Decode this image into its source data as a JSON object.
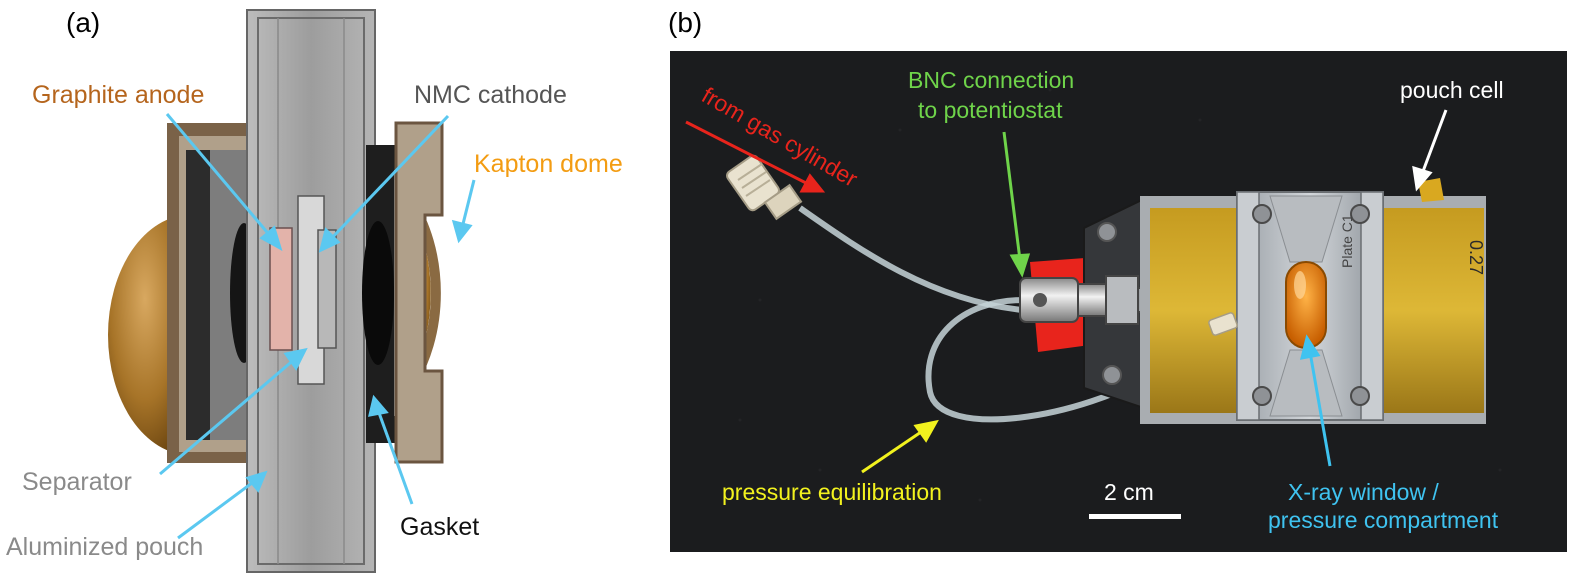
{
  "panel_a": {
    "panel_label": "(a)",
    "labels": {
      "graphite_anode": "Graphite anode",
      "nmc_cathode": "NMC cathode",
      "kapton_dome": "Kapton dome",
      "separator": "Separator",
      "aluminized_pouch": "Aluminized pouch",
      "gasket": "Gasket"
    }
  },
  "panel_b": {
    "panel_label": "(b)",
    "labels": {
      "from_gas_cylinder": "from gas cylinder",
      "bnc_line1": "BNC connection",
      "bnc_line2": "to potentiostat",
      "pouch_cell": "pouch cell",
      "pressure_equilibration": "pressure equilibration",
      "scale_bar": "2 cm",
      "xray_line1": "X-ray window /",
      "xray_line2": "pressure compartment"
    },
    "pouch_handwriting": "0.27",
    "plate_handwriting": "Plate C1"
  },
  "colors": {
    "graphite_label": "#b5651d",
    "nmc_label": "#555555",
    "kapton_label": "#f39c12",
    "separator_label": "#8a8a8a",
    "pouch_label": "#8a8a8a",
    "gasket_label": "#111111",
    "leader_cyan": "#5bc8f0",
    "red": "#e8241c",
    "green": "#6fd44a",
    "yellow": "#f2f21e",
    "white": "#ffffff",
    "cyan_text": "#3fc3f0"
  }
}
